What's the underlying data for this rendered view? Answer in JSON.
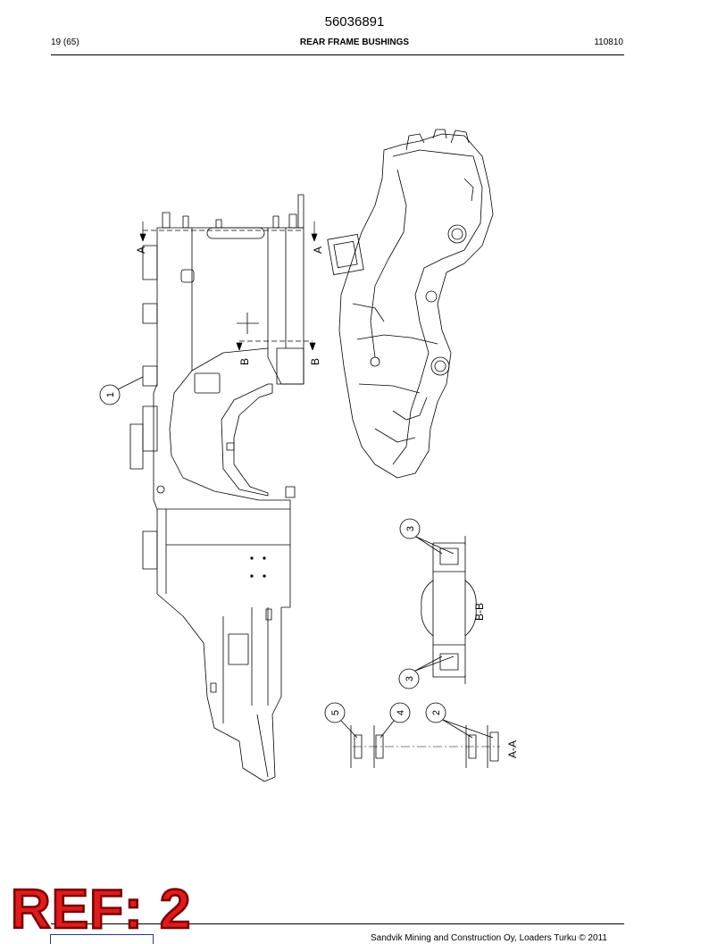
{
  "header": {
    "doc_number": "56036891",
    "page": "19 (65)",
    "title": "REAR FRAME BUSHINGS",
    "date_code": "110810"
  },
  "callouts": {
    "frame": "1",
    "bushing_aa_right": "2",
    "bushing_bb_upper": "3",
    "bushing_bb_lower": "3",
    "bushing_aa_middle": "4",
    "bushing_aa_left": "5"
  },
  "section_marks": {
    "a_left": "A",
    "a_right": "A",
    "b_left": "B",
    "b_right": "B",
    "view_aa": "A-A",
    "view_bb": "B-B"
  },
  "stamp": {
    "label": "REF: 2"
  },
  "footer": {
    "copyright": "Sandvik Mining and Construction Oy, Loaders Turku © 2011"
  }
}
